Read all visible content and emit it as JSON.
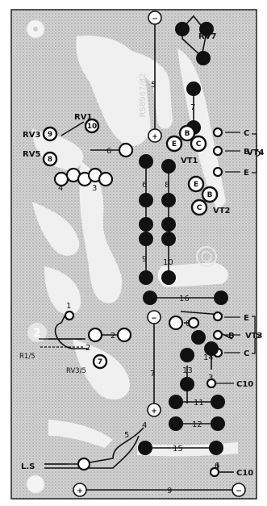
{
  "board_ref": "RS8967/82",
  "components": {
    "rv7": "RV7",
    "rv1": "RV1",
    "rv3": "RV3",
    "rv5": "RV5",
    "vt1": "VT1",
    "vt2": "VT2",
    "vt3": "VT3",
    "vt4": "VT4",
    "r1_5": "R1/5",
    "rv3_5": "RV3/5",
    "ls": "L.S",
    "c10_a": "C10",
    "c10_b": "C10"
  },
  "transistor_pins": {
    "e": "E",
    "b": "B",
    "c": "C"
  },
  "links": {
    "n1": "1",
    "n2": "2",
    "n3": "3",
    "n4": "4",
    "n5": "5",
    "n6": "6",
    "n7": "7",
    "n8": "8",
    "n9": "9",
    "n10": "10",
    "n11": "11",
    "n12": "12",
    "n13": "13",
    "n14": "14",
    "n15": "15",
    "n16": "16"
  },
  "polarity": {
    "plus": "+",
    "minus": "−"
  },
  "corner_marks": {
    "mark2": "2"
  }
}
